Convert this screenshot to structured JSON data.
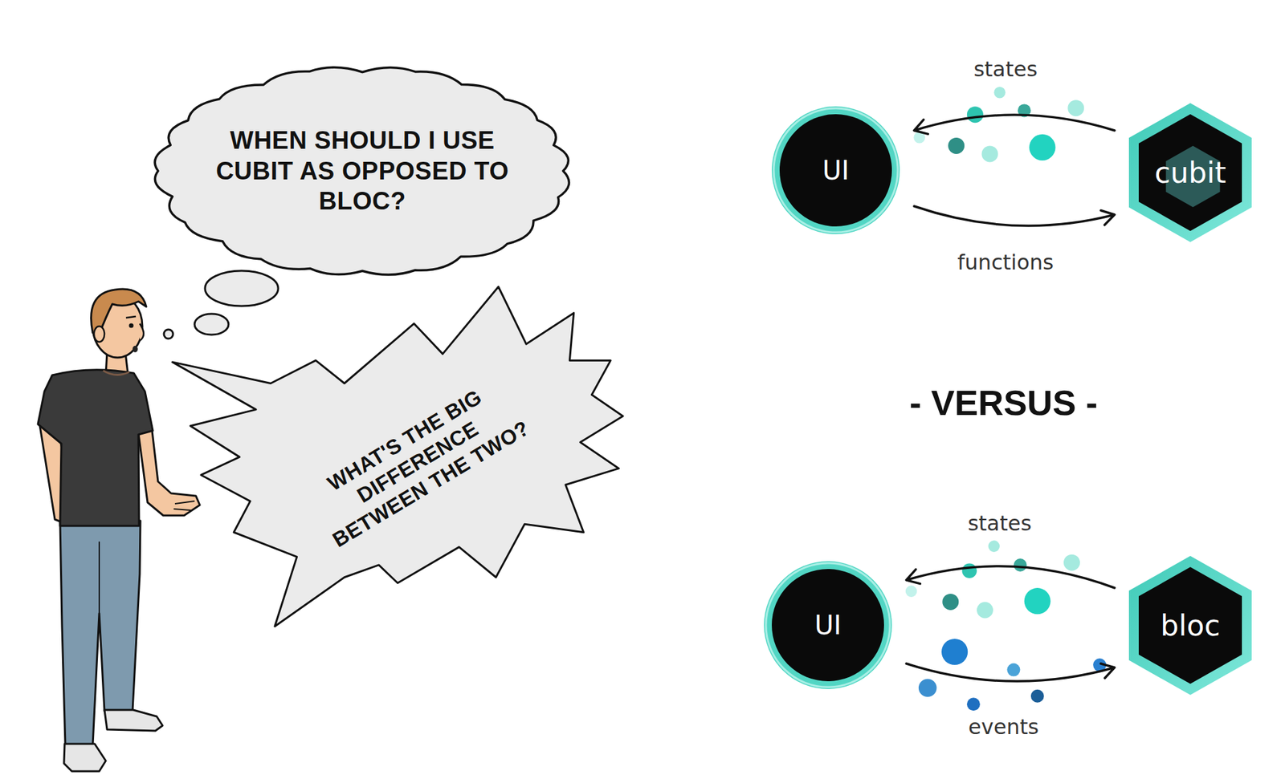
{
  "diagram": {
    "nodes": [
      {
        "text": [
          "WHEN SHOULD I USE CUBIT AS OPPOSED TO BLOC?"
        ]
      },
      {
        "text": [
          "WHAT'S THE BIG DIFFERENCE BETWEEN THE TWO?"
        ]
      },
      {
        "text": [
          "UI"
        ]
      },
      {
        "text": [
          "cubit"
        ]
      },
      {
        "text": [
          "UI"
        ]
      },
      {
        "text": [
          "bloc"
        ]
      }
    ],
    "edges": [
      {
        "from": 3,
        "to": 2,
        "arrow": "to",
        "label": "states"
      },
      {
        "from": 2,
        "to": 3,
        "arrow": "to",
        "label": "functions"
      },
      {
        "from": 5,
        "to": 4,
        "arrow": "to",
        "label": "states"
      },
      {
        "from": 4,
        "to": 5,
        "arrow": "to",
        "label": "events"
      }
    ],
    "labels": [
      "- VERSUS -"
    ]
  }
}
